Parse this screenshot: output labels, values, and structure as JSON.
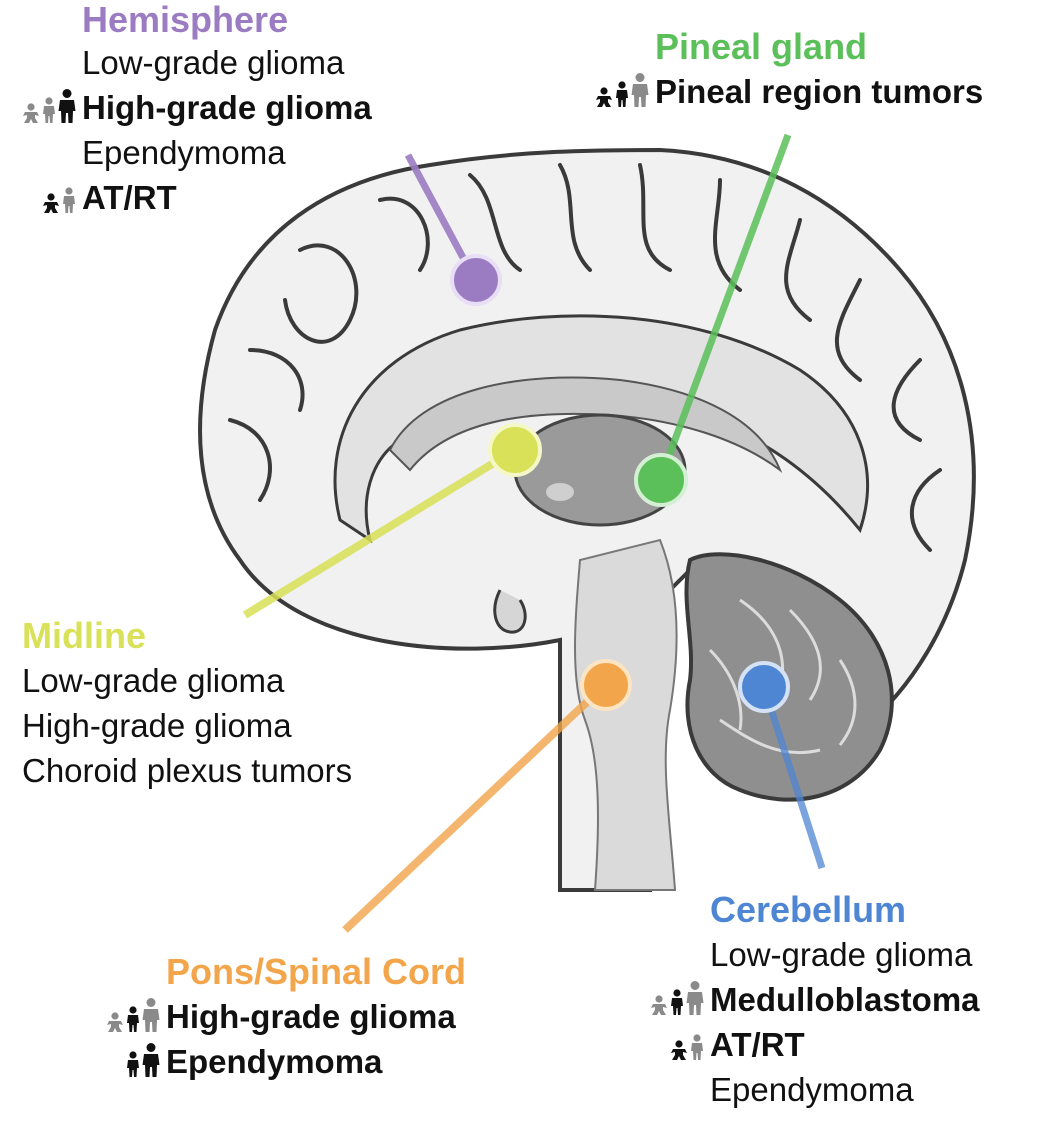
{
  "colors": {
    "hemisphere": "#9b7cc2",
    "pineal": "#5bbf5a",
    "midline": "#d8e157",
    "pons": "#f2a54a",
    "cerebellum": "#4f86d3",
    "icon_black": "#111111",
    "icon_gray": "#8a8a8a"
  },
  "icon_names": {
    "infant": "infant-icon",
    "child": "child-icon",
    "adult": "adult-icon"
  },
  "regions": {
    "hemisphere": {
      "title": "Hemisphere",
      "items": [
        {
          "label": "Low-grade glioma",
          "bold": false,
          "icons": []
        },
        {
          "label": "High-grade glioma",
          "bold": true,
          "icons": [
            [
              "infant",
              "gray"
            ],
            [
              "child",
              "gray"
            ],
            [
              "adult",
              "black"
            ]
          ]
        },
        {
          "label": "Ependymoma",
          "bold": false,
          "icons": []
        },
        {
          "label": "AT/RT",
          "bold": true,
          "icons": [
            [
              "infant",
              "black"
            ],
            [
              "child",
              "gray"
            ]
          ]
        }
      ]
    },
    "pineal": {
      "title": "Pineal gland",
      "items": [
        {
          "label": "Pineal region tumors",
          "bold": true,
          "icons": [
            [
              "infant",
              "black"
            ],
            [
              "child",
              "black"
            ],
            [
              "adult",
              "gray"
            ]
          ]
        }
      ]
    },
    "midline": {
      "title": "Midline",
      "items": [
        {
          "label": "Low-grade glioma",
          "bold": false,
          "icons": []
        },
        {
          "label": "High-grade glioma",
          "bold": false,
          "icons": []
        },
        {
          "label": "Choroid plexus tumors",
          "bold": false,
          "icons": []
        }
      ]
    },
    "pons": {
      "title": "Pons/Spinal Cord",
      "items": [
        {
          "label": "High-grade glioma",
          "bold": true,
          "icons": [
            [
              "infant",
              "gray"
            ],
            [
              "child",
              "black"
            ],
            [
              "adult",
              "gray"
            ]
          ]
        },
        {
          "label": "Ependymoma",
          "bold": true,
          "icons": [
            [
              "child",
              "black"
            ],
            [
              "adult",
              "black"
            ]
          ]
        }
      ]
    },
    "cerebellum": {
      "title": "Cerebellum",
      "items": [
        {
          "label": "Low-grade glioma",
          "bold": false,
          "icons": []
        },
        {
          "label": "Medulloblastoma",
          "bold": true,
          "icons": [
            [
              "infant",
              "gray"
            ],
            [
              "child",
              "black"
            ],
            [
              "adult",
              "gray"
            ]
          ]
        },
        {
          "label": "AT/RT",
          "bold": true,
          "icons": [
            [
              "infant",
              "black"
            ],
            [
              "child",
              "gray"
            ]
          ]
        },
        {
          "label": "Ependymoma",
          "bold": false,
          "icons": []
        }
      ]
    }
  }
}
